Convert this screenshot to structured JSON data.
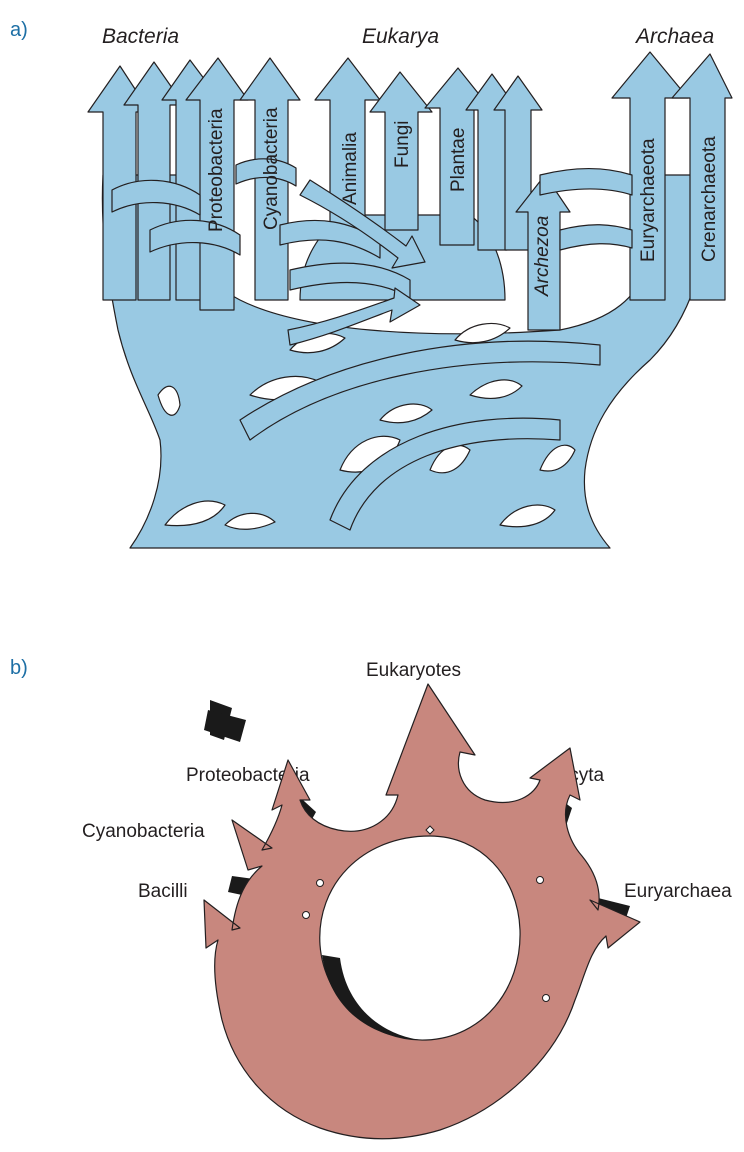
{
  "panel_a": {
    "letter": "a)",
    "domains": {
      "bacteria": "Bacteria",
      "eukarya": "Eukarya",
      "archaea": "Archaea"
    },
    "branches": {
      "proteobacteria": "Proteobacteria",
      "cyanobacteria": "Cyanobacteria",
      "animalia": "Animalia",
      "fungi": "Fungi",
      "plantae": "Plantae",
      "archezoa": "Archezoa",
      "euryarchaeota": "Euryarchaeota",
      "crenarchaeota": "Crenarchaeota"
    },
    "fill_color": "#99c9e3",
    "stroke_color": "#231f20"
  },
  "panel_b": {
    "letter": "b)",
    "labels": {
      "eukaryotes": "Eukaryotes",
      "proteobacteria": "Proteobacteria",
      "eocyta": "Eocyta",
      "cyanobacteria": "Cyanobacteria",
      "euryarchaea": "Euryarchaea",
      "bacilli": "Bacilli"
    },
    "fill_color": "#c8877e",
    "shadow_color": "#1a1a1a"
  }
}
